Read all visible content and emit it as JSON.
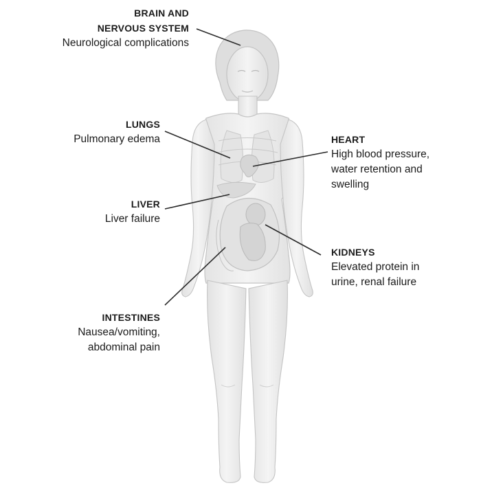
{
  "callouts": {
    "brain": {
      "title_line1": "BRAIN AND",
      "title_line2": "NERVOUS SYSTEM",
      "desc": "Neurological complications"
    },
    "lungs": {
      "title": "LUNGS",
      "desc": "Pulmonary edema"
    },
    "heart": {
      "title": "HEART",
      "desc": "High blood pressure,\nwater retention and\nswelling"
    },
    "liver": {
      "title": "LIVER",
      "desc": "Liver failure"
    },
    "kidneys": {
      "title": "KIDNEYS",
      "desc": "Elevated protein in\nurine, renal failure"
    },
    "intestines": {
      "title": "INTESTINES",
      "desc": "Nausea/vomiting,\nabdominal pain"
    }
  },
  "colors": {
    "text": "#1a1a1a",
    "leader": "#2a2a2a",
    "body_fill": "#eeeeee",
    "body_stroke": "#c4c4c4",
    "organ": "#d0d0d0"
  }
}
